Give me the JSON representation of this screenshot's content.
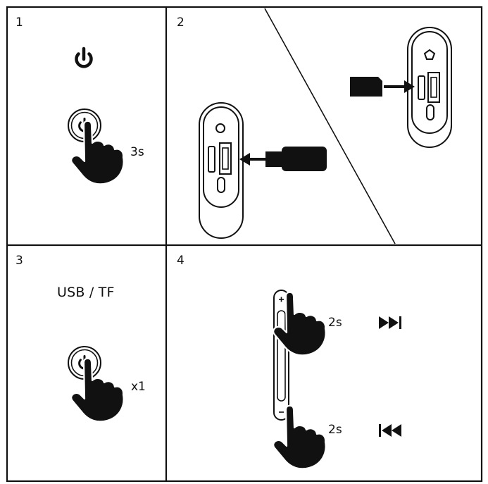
{
  "panels": [
    {
      "number": "1",
      "hold_label": "3s"
    },
    {
      "number": "2"
    },
    {
      "number": "3",
      "mode_label": "USB / TF",
      "press_label": "x1"
    },
    {
      "number": "4",
      "next_hold_label": "2s",
      "prev_hold_label": "2s"
    }
  ],
  "icons": {
    "power": "power-icon",
    "hand": "pointing-hand-icon",
    "usb": "usb-stick-icon",
    "tf": "tf-card-icon",
    "next": "next-track-icon",
    "prev": "previous-track-icon"
  },
  "colors": {
    "ink": "#111111",
    "background": "#ffffff"
  }
}
